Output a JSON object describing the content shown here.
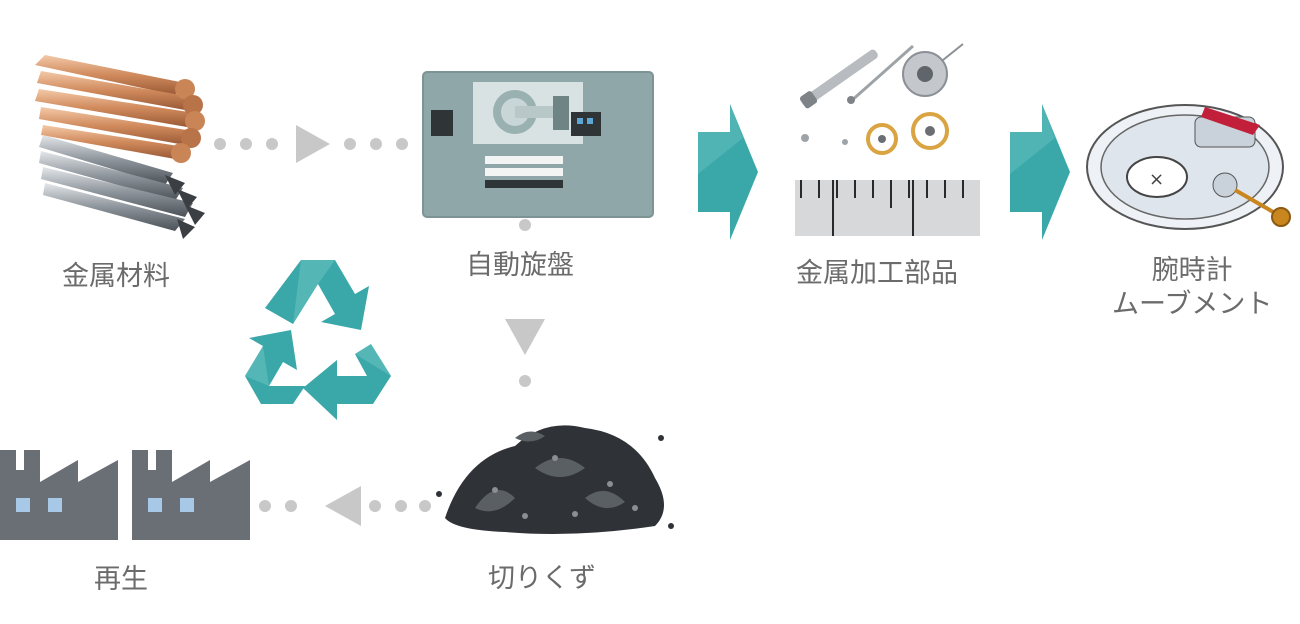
{
  "labels": {
    "metal_material": "金属材料",
    "automatic_lathe": "自動旋盤",
    "metal_parts": "金属加工部品",
    "watch_movement_line1": "腕時計",
    "watch_movement_line2": "ムーブメント",
    "chips": "切りくず",
    "recycle": "再生"
  },
  "colors": {
    "teal": "#3aa7a8",
    "arrow_gray": "#c8c8c8",
    "label_gray": "#6b6b6b",
    "lathe_body": "#8fa7a8",
    "factory_gray": "#6a6f75"
  },
  "icons": [
    "metal-rods-image",
    "lathe-machine-icon",
    "watch-parts-image",
    "watch-movement-image",
    "recycle-icon",
    "metal-chips-image",
    "factory-icon"
  ]
}
